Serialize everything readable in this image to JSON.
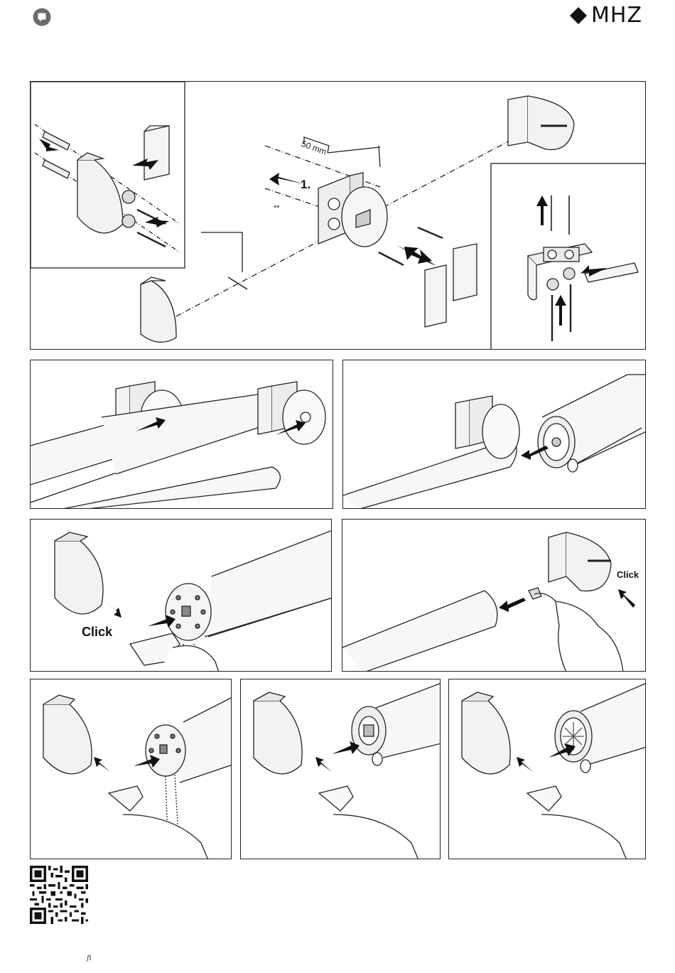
{
  "header": {
    "brand_name": "MHZ",
    "brand_color": "#111111",
    "speech_icon": "speech-bubble-icon"
  },
  "step1": {
    "dimension_label": "50 mm",
    "step_number": "1.",
    "note_marker": "**"
  },
  "labels": {
    "click_large": "Click",
    "click_small": "Click"
  },
  "footer": {
    "mark": "fi",
    "qr_icon": "qr-code-icon"
  }
}
